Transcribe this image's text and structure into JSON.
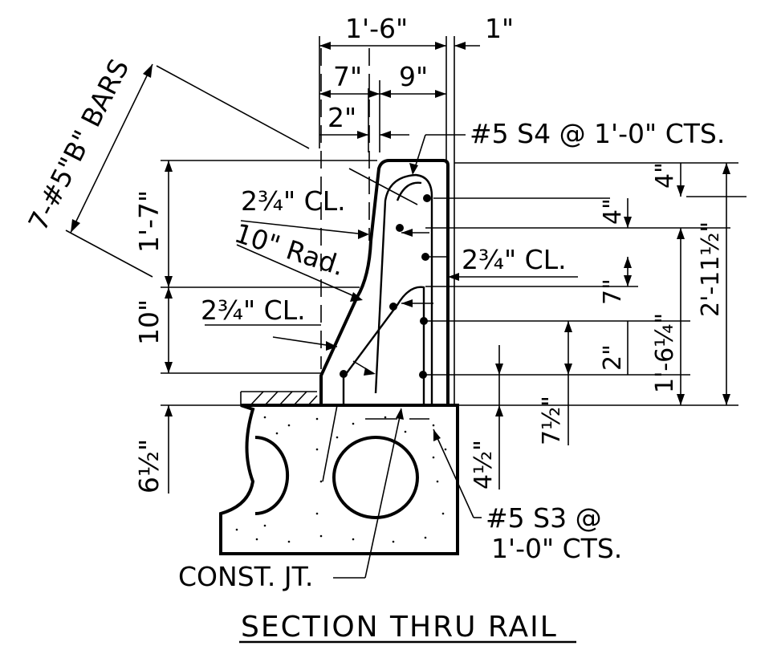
{
  "title": "SECTION THRU RAIL",
  "labels": {
    "bars": "7-#5\"B\" BARS",
    "width_total": "1'-6\"",
    "width_1in": "1\"",
    "width_7in": "7\"",
    "width_9in": "9\"",
    "width_2in": "2\"",
    "s4_bars": "#5 S4 @ 1'-0\" CTS.",
    "clear_1": "2¾\" CL.",
    "radius": "10\" Rad.",
    "clear_2": "2¾\" CL.",
    "clear_3": "2¾\" CL.",
    "h_upper": "1'-7\"",
    "h_lower": "10\"",
    "h_slab": "6½\"",
    "r_4a": "4\"",
    "r_4b": "4\"",
    "r_7": "7\"",
    "r_2": "2\"",
    "r_overall": "2'-11½\"",
    "r_mid": "1'-6¼\"",
    "r_7half": "7½\"",
    "r_4half": "4½\"",
    "s3_bars_1": "#5 S3 @",
    "s3_bars_2": "1'-0\" CTS.",
    "const_jt": "CONST. JT."
  }
}
